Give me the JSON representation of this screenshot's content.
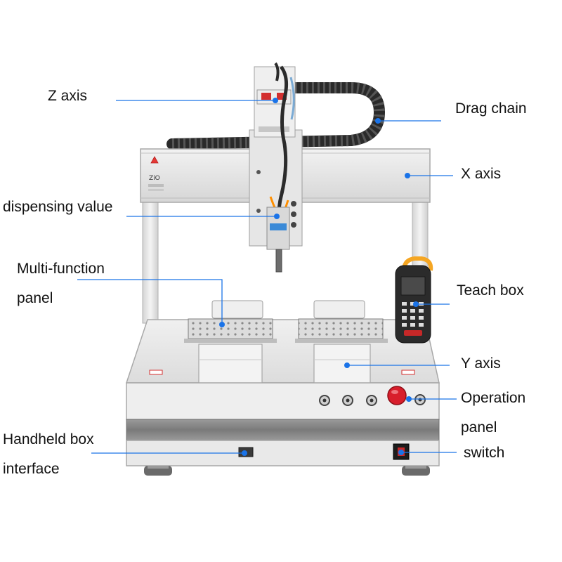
{
  "labels": {
    "z_axis": "Z axis",
    "drag_chain": "Drag chain",
    "x_axis": "X axis",
    "dispensing_valve": "dispensing value",
    "multi_function_line1": "Multi-function",
    "multi_function_line2": "panel",
    "teach_box": "Teach box",
    "y_axis": "Y axis",
    "operation_panel_line1": "Operation",
    "operation_panel_line2": "panel",
    "handheld_line1": "Handheld box",
    "handheld_line2": "interface",
    "switch": "switch"
  },
  "colors": {
    "leader_line": "#1a73e8",
    "dot": "#1a73e8",
    "frame": "#e2e2e2",
    "frame_edge": "#a8a8a8",
    "drag_chain": "#2a2a2a",
    "base_band": "#8a8a8a",
    "emergency_stop": "#d81e2c",
    "teach_box": "#2b2b2b",
    "teach_box_handle": "#f5a623"
  }
}
